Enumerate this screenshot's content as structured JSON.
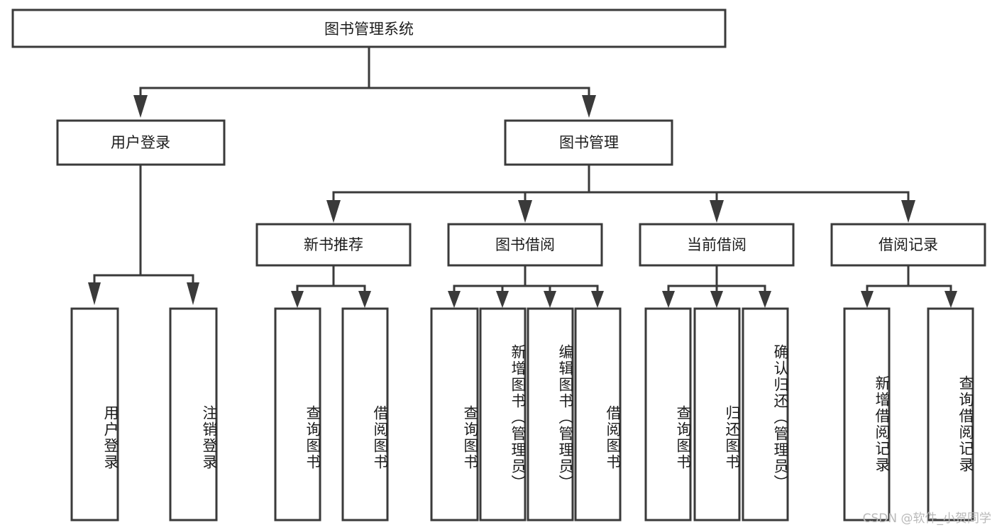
{
  "diagram": {
    "title": "图书管理系统",
    "type": "hierarchy-tree",
    "watermark": "CSDN @软件_小贺同学",
    "colors": {
      "stroke": "#3a3a3a",
      "fill": "#ffffff",
      "text": "#1c1c1c",
      "watermark": "#b9b9b9"
    },
    "levels": {
      "root": {
        "label": "图书管理系统"
      },
      "level2": [
        {
          "label": "用户登录"
        },
        {
          "label": "图书管理"
        }
      ],
      "level3": [
        {
          "label": "新书推荐"
        },
        {
          "label": "图书借阅"
        },
        {
          "label": "当前借阅"
        },
        {
          "label": "借阅记录"
        }
      ],
      "leaves": {
        "user_login": [
          {
            "label": "用户登录"
          },
          {
            "label": "注销登录"
          }
        ],
        "new_book_recommend": [
          {
            "label": "查询图书"
          },
          {
            "label": "借阅图书"
          }
        ],
        "book_borrow": [
          {
            "label": "查询图书"
          },
          {
            "label": "新增图书（管理员）"
          },
          {
            "label": "编辑图书（管理员）"
          },
          {
            "label": "借阅图书"
          }
        ],
        "current_borrow": [
          {
            "label": "查询图书"
          },
          {
            "label": "归还图书"
          },
          {
            "label": "确认归还（管理员）"
          }
        ],
        "borrow_record": [
          {
            "label": "新增借阅记录"
          },
          {
            "label": "查询借阅记录"
          }
        ]
      }
    }
  }
}
